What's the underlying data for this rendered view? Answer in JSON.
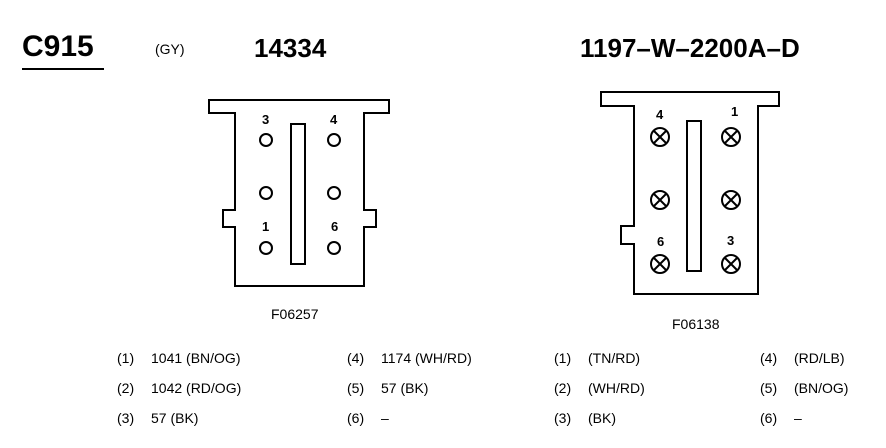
{
  "header": {
    "connector_id": "C915",
    "color_code": "(GY)",
    "left_part_number": "14334",
    "right_part_number": "1197–W–2200A–D"
  },
  "left_connector": {
    "figure_id": "F06257",
    "pin_labels": {
      "p3": "3",
      "p4": "4",
      "p1": "1",
      "p6": "6"
    },
    "pins": [
      {
        "num": "(1)",
        "desc": "1041 (BN/OG)"
      },
      {
        "num": "(2)",
        "desc": "1042 (RD/OG)"
      },
      {
        "num": "(3)",
        "desc": "57 (BK)"
      },
      {
        "num": "(4)",
        "desc": "1174 (WH/RD)"
      },
      {
        "num": "(5)",
        "desc": "57 (BK)"
      },
      {
        "num": "(6)",
        "desc": "–"
      }
    ]
  },
  "right_connector": {
    "figure_id": "F06138",
    "pin_labels": {
      "p4": "4",
      "p1": "1",
      "p6": "6",
      "p3": "3"
    },
    "pins": [
      {
        "num": "(1)",
        "desc": "(TN/RD)"
      },
      {
        "num": "(2)",
        "desc": "(WH/RD)"
      },
      {
        "num": "(3)",
        "desc": "(BK)"
      },
      {
        "num": "(4)",
        "desc": "(RD/LB)"
      },
      {
        "num": "(5)",
        "desc": "(BN/OG)"
      },
      {
        "num": "(6)",
        "desc": "–"
      }
    ]
  }
}
